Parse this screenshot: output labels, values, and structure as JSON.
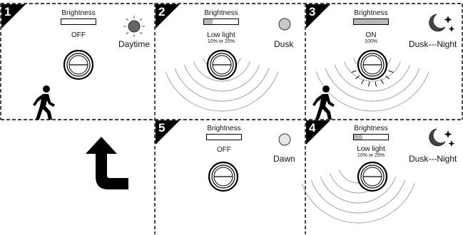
{
  "panels": [
    {
      "number": "1",
      "brightness_label": "Brightness",
      "state": "OFF",
      "state_sub": "",
      "ambient": "Daytime",
      "brightness_level": 0
    },
    {
      "number": "2",
      "brightness_label": "Brightness",
      "state": "Low light",
      "state_sub": "10% or 25%",
      "ambient": "Dusk",
      "brightness_level": 0.25
    },
    {
      "number": "3",
      "brightness_label": "Brightness",
      "state": "ON",
      "state_sub": "100%",
      "ambient": "Dusk---Night",
      "brightness_level": 1.0
    },
    {
      "number": "4",
      "brightness_label": "Brightness",
      "state": "Low light",
      "state_sub": "10% or 25%",
      "ambient": "Dusk---Night",
      "brightness_level": 0.25
    },
    {
      "number": "5",
      "brightness_label": "Brightness",
      "state": "OFF",
      "state_sub": "",
      "ambient": "Dawn",
      "brightness_level": 0
    }
  ],
  "icons": {
    "sun": "sun-icon",
    "moon": "moon-stars-icon",
    "dusk": "dusk-circle-icon",
    "dawn": "dawn-circle-icon",
    "person": "walking-person-icon",
    "sensor": "motion-sensor-light-icon",
    "arrow": "return-arrow-icon"
  },
  "colors": {
    "sun": "#666666",
    "dusk_circle": "#c8c8c8",
    "dawn_circle": "#e6e6e6",
    "bar_fill": "#b8b8b8"
  }
}
